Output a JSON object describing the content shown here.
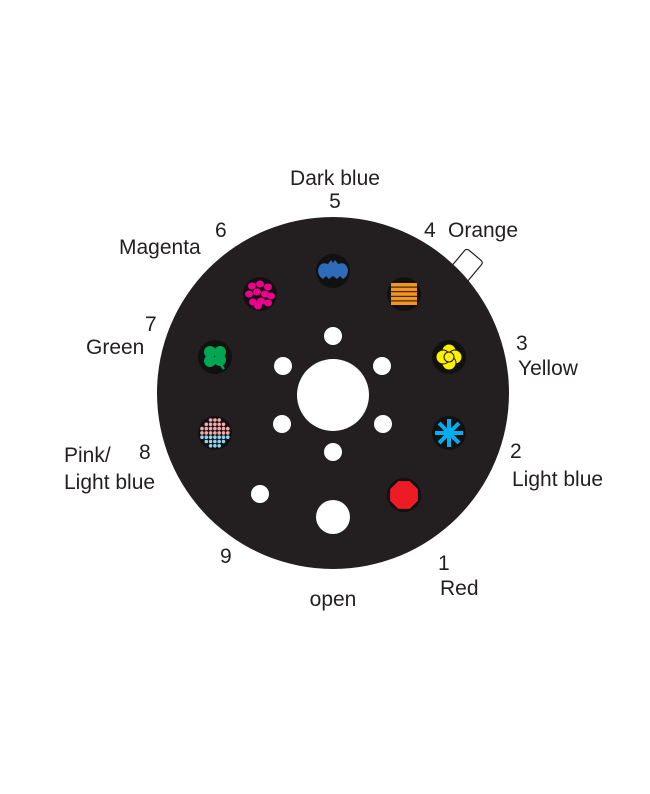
{
  "wheel": {
    "color": "#231f20",
    "positions": [
      {
        "number": "1",
        "label": "Red",
        "color": "#ed1c24",
        "icon": "octagon-icon"
      },
      {
        "number": "2",
        "label": "Light blue",
        "color": "#00aeef",
        "icon": "starburst-icon"
      },
      {
        "number": "3",
        "label": "Yellow",
        "color": "#fff200",
        "icon": "flower-icon"
      },
      {
        "number": "4",
        "label": "Orange",
        "color": "#f7941d",
        "icon": "stripes-icon"
      },
      {
        "number": "5",
        "label": "Dark blue",
        "color": "#2e6bb8",
        "icon": "bat-icon"
      },
      {
        "number": "6",
        "label": "Magenta",
        "color": "#ec008c",
        "icon": "cells-icon"
      },
      {
        "number": "7",
        "label": "Green",
        "color": "#00a651",
        "icon": "clover-icon"
      },
      {
        "number": "8",
        "label_line1": "Pink/",
        "label_line2": "Light blue",
        "colors": [
          "#f5a8a8",
          "#8fd3f0"
        ],
        "icon": "dots-icon"
      },
      {
        "number": "9"
      },
      {
        "label": "open"
      }
    ]
  }
}
